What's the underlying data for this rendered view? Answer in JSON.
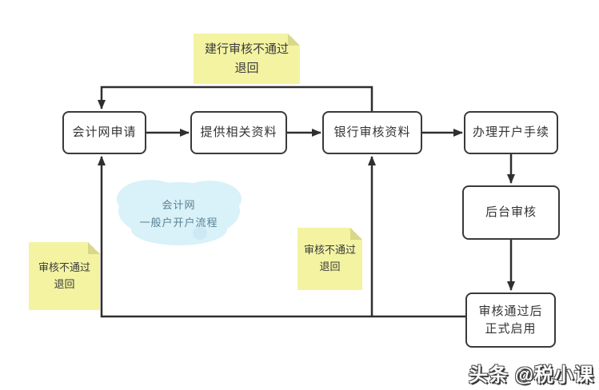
{
  "cloud": {
    "line1": "会计网",
    "line2": "一般户开户流程"
  },
  "nodes": [
    {
      "id": "apply",
      "label": "会计网申请"
    },
    {
      "id": "provide-docs",
      "label": "提供相关资料"
    },
    {
      "id": "bank-review",
      "label": "银行审核资料"
    },
    {
      "id": "open-account",
      "label": "办理开户手续"
    },
    {
      "id": "backend-review",
      "label": "后台审核"
    },
    {
      "id": "activate",
      "line1": "审核通过后",
      "line2": "正式启用"
    }
  ],
  "notes": [
    {
      "id": "top-return",
      "line1": "建行审核不通过",
      "line2": "退回"
    },
    {
      "id": "left-return",
      "line1": "审核不通过",
      "line2": "退回"
    },
    {
      "id": "mid-return",
      "line1": "审核不通过",
      "line2": "退回"
    }
  ],
  "watermark": "头条 @税小课",
  "colors": {
    "background": "#ffffff",
    "node_border": "#3a3a3a",
    "node_text": "#333333",
    "connector": "#2f2f2f",
    "note_background": "#f3f3a2",
    "note_fold": "#d8d88a",
    "cloud_background": "#d9f1f8",
    "cloud_text": "#5b8294"
  }
}
